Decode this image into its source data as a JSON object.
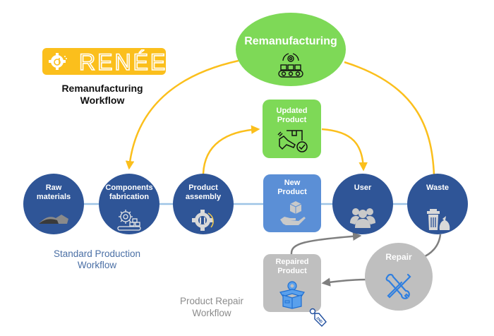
{
  "branding": {
    "logo_text": "RENÉE",
    "title_line1": "Remanufacturing",
    "title_line2": "Workflow"
  },
  "colors": {
    "primary_blue": "#2f5597",
    "light_blue": "#5b8fd6",
    "green": "#7ed957",
    "yellow": "#fbbf1c",
    "gray": "#bfbfbf",
    "icon_gray": "#c9c9c9",
    "repair_icon_blue": "#2f7fe0"
  },
  "sections": {
    "standard_line1": "Standard Production",
    "standard_line2": "Workflow",
    "repair_line1": "Product Repair",
    "repair_line2": "Workflow"
  },
  "nodes": {
    "remanufacturing": {
      "label": "Remanufacturing",
      "icon": "conveyor-gear-icon"
    },
    "updated_product": {
      "line1": "Updated",
      "line2": "Product",
      "icon": "hand-wrench-box-check-icon"
    },
    "raw_materials": {
      "line1": "Raw",
      "line2": "materials",
      "icon": "material-pile-icon"
    },
    "components_fabrication": {
      "line1": "Components",
      "line2": "fabrication",
      "icon": "gear-conveyor-icon"
    },
    "product_assembly": {
      "line1": "Product",
      "line2": "assembly",
      "icon": "gear-tools-icon"
    },
    "new_product": {
      "line1": "New",
      "line2": "Product",
      "icon": "hand-box-icon"
    },
    "user": {
      "label": "User",
      "icon": "users-group-icon"
    },
    "waste": {
      "label": "Waste",
      "icon": "trash-bag-icon"
    },
    "repair": {
      "label": "Repair",
      "icon": "wrench-screwdriver-icon"
    },
    "repaired_product": {
      "line1": "Repaired",
      "line2": "Product",
      "icon": "gear-open-box-icon",
      "tag": "2ND"
    }
  }
}
